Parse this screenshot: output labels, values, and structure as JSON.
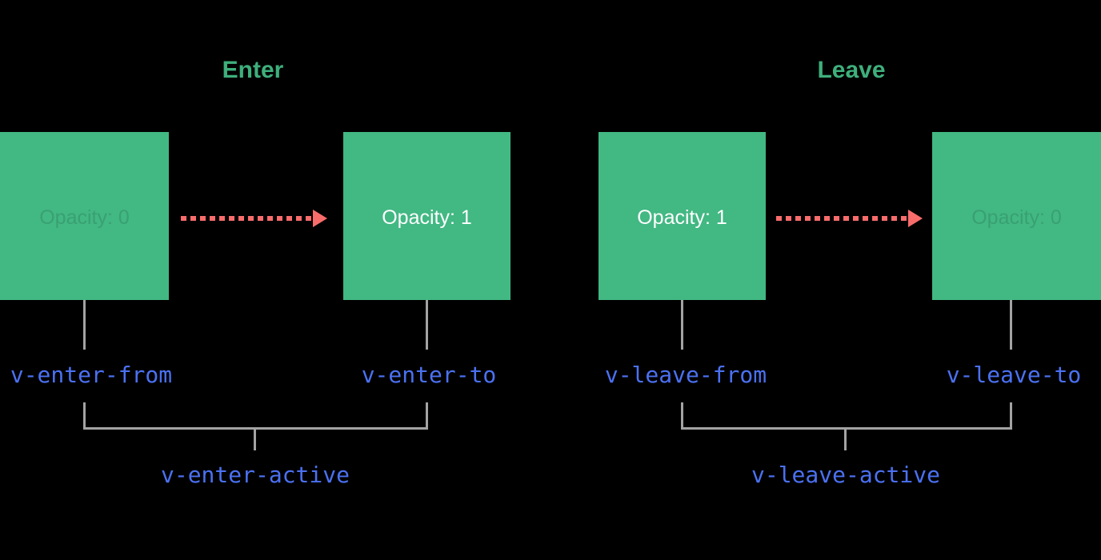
{
  "colors": {
    "background": "#000000",
    "box_green": "#42b883",
    "title_green": "#3eaf7c",
    "label_blue": "#4b71f2",
    "arrow_red": "#f96c6c",
    "line_gray": "#a3a3a3",
    "box_text_white": "#ffffff"
  },
  "sections": [
    {
      "id": "enter",
      "title": "Enter",
      "boxes": [
        {
          "label": "Opacity: 0",
          "state": "faded"
        },
        {
          "label": "Opacity: 1",
          "state": "solid"
        }
      ],
      "arrow": "dashed-right-arrow",
      "labels": {
        "from": "v-enter-from",
        "to": "v-enter-to",
        "active": "v-enter-active"
      }
    },
    {
      "id": "leave",
      "title": "Leave",
      "boxes": [
        {
          "label": "Opacity: 1",
          "state": "solid"
        },
        {
          "label": "Opacity: 0",
          "state": "faded"
        }
      ],
      "arrow": "dashed-right-arrow",
      "labels": {
        "from": "v-leave-from",
        "to": "v-leave-to",
        "active": "v-leave-active"
      }
    }
  ]
}
